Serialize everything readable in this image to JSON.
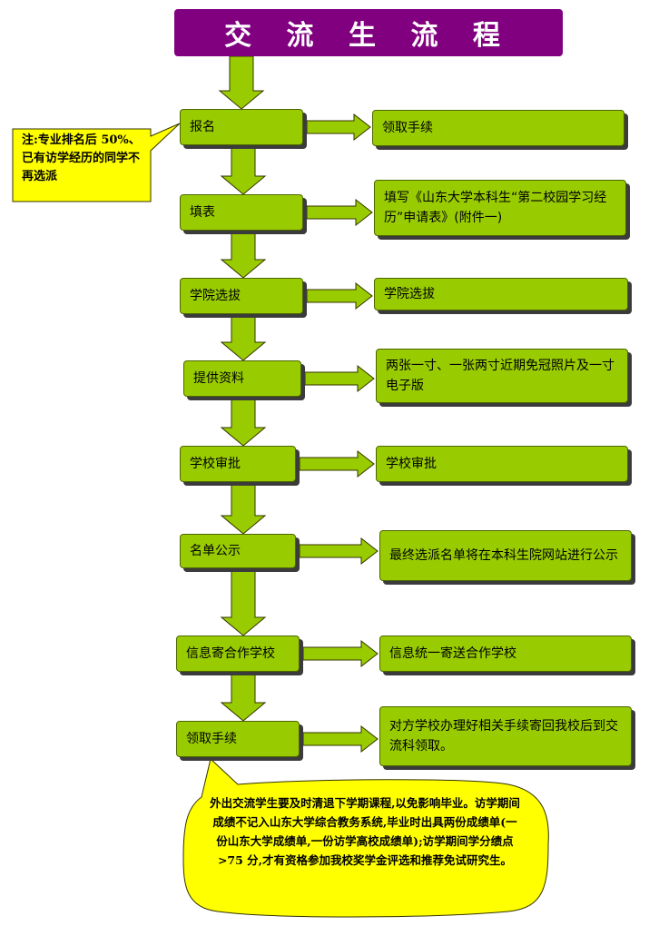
{
  "title": "交 流 生 流 程",
  "steps": [
    {
      "label": "报名",
      "result": "领取手续"
    },
    {
      "label": "填表",
      "result": "填写《山东大学本科生“第二校园学习经历”申请表》(附件一)"
    },
    {
      "label": "学院选拔",
      "result": "学院选拔"
    },
    {
      "label": "提供资料",
      "result": "两张一寸、一张两寸近期免冠照片及一寸电子版"
    },
    {
      "label": "学校审批",
      "result": "学校审批"
    },
    {
      "label": "名单公示",
      "result": "最终选派名单将在本科生院网站进行公示"
    },
    {
      "label": "信息寄合作学校",
      "result": "信息统一寄送合作学校"
    },
    {
      "label": "领取手续",
      "result": "对方学校办理好相关手续寄回我校后到交流科领取。"
    }
  ],
  "notes": {
    "eligibility": "注:专业排名后 50%、已有访学经历的同学不再选派",
    "final": "外出交流学生要及时清退下学期课程,以免影响毕业。访学期间成绩不记入山东大学综合教务系统,毕业时出具两份成绩单(一份山东大学成绩单,一份访学高校成绩单);访学期间学分绩点>75 分,才有资格参加我校奖学金评选和推荐免试研究生。"
  },
  "colors": {
    "title_bg": "#800080",
    "box_fill": "#99cc00",
    "note_fill": "#ffff00",
    "arrow_fill": "#99cc00"
  }
}
